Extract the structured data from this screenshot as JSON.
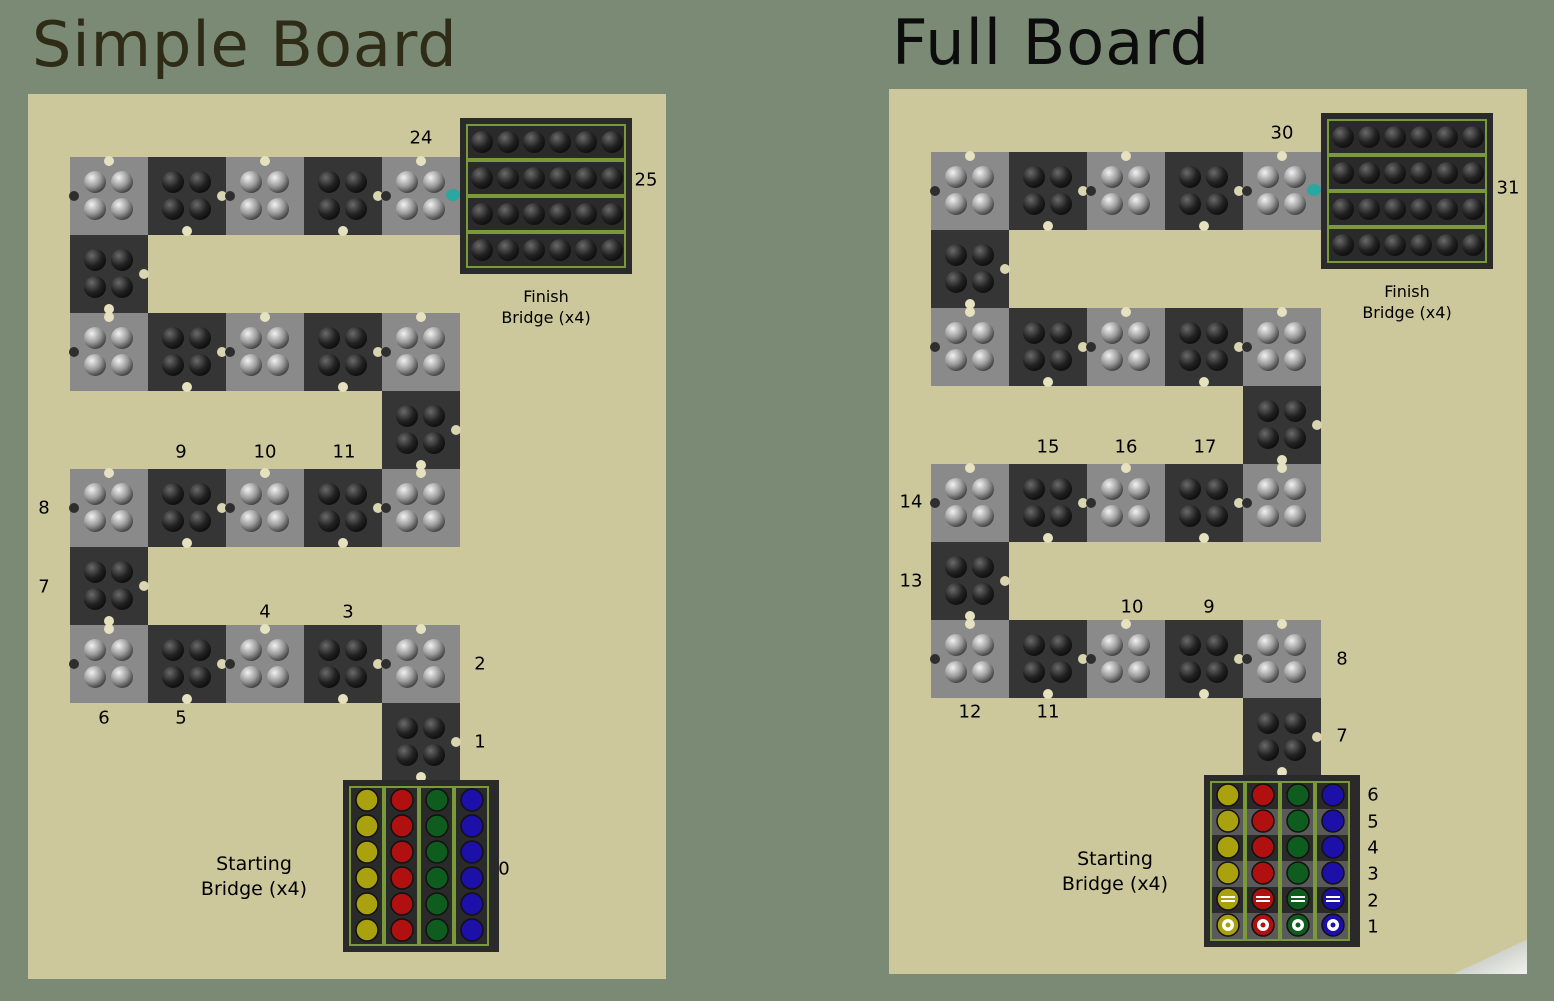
{
  "boards": [
    {
      "title": "Simple Board",
      "finish_caption": [
        "Finish",
        "Bridge (x4)"
      ],
      "start_caption": [
        "Starting",
        "Bridge (x4)"
      ],
      "labels": [
        "0",
        "1",
        "2",
        "3",
        "4",
        "5",
        "6",
        "7",
        "8",
        "9",
        "10",
        "11",
        "24",
        "25"
      ]
    },
    {
      "title": "Full Board",
      "finish_caption": [
        "Finish",
        "Bridge (x4)"
      ],
      "start_caption": [
        "Starting",
        "Bridge (x4)"
      ],
      "labels": [
        "1",
        "2",
        "3",
        "4",
        "5",
        "6",
        "7",
        "8",
        "9",
        "10",
        "11",
        "12",
        "13",
        "14",
        "15",
        "16",
        "17",
        "30",
        "31"
      ]
    }
  ],
  "colors": {
    "background": "#7a8a74",
    "panel": "#ccc89b",
    "tile_light": "#8a8a8a",
    "tile_dark": "#353535",
    "bridge_frame": "#2a2a2a",
    "bridge_line": "#7a9a3a",
    "finish_marker": "#2aa7a0",
    "player_colors": [
      "#a9a20e",
      "#b01010",
      "#0e5c1e",
      "#1c10a8"
    ]
  }
}
